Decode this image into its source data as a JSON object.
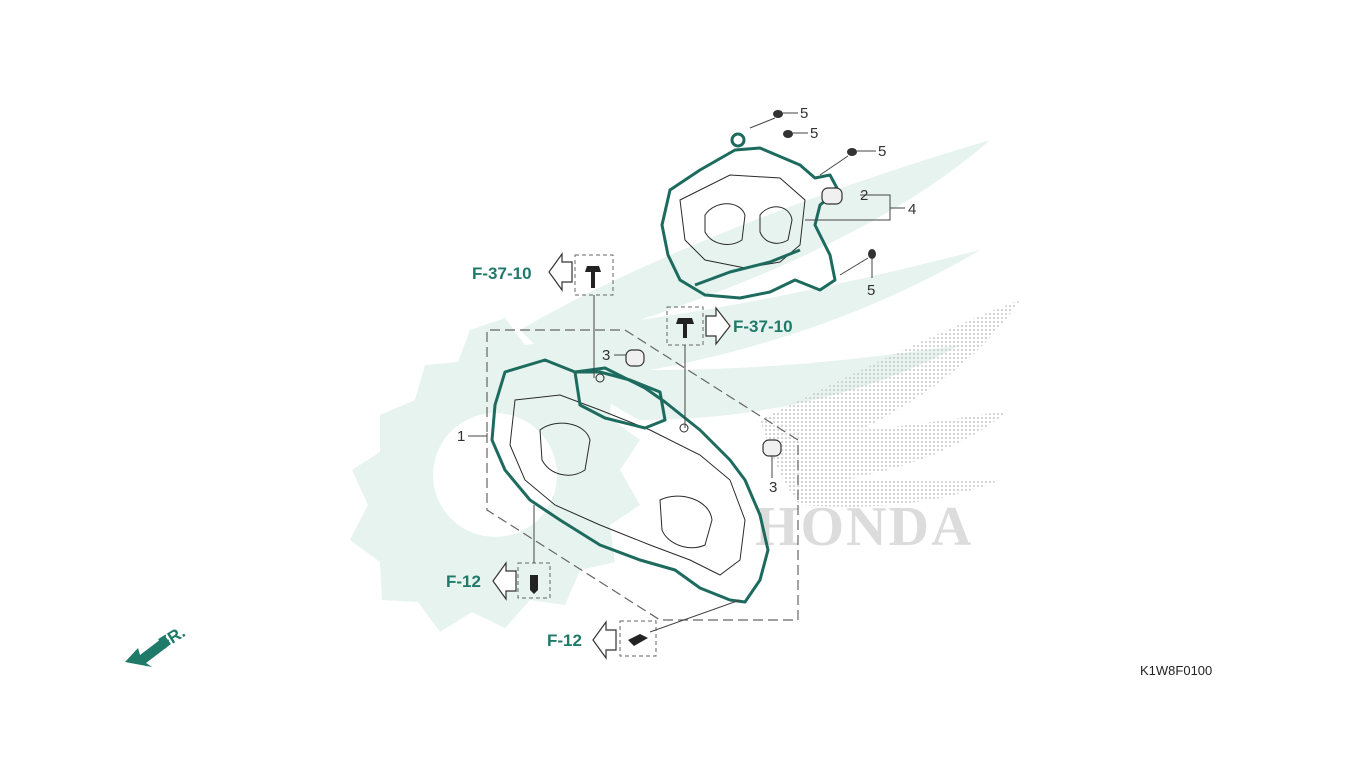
{
  "diagram": {
    "part_numbers": {
      "p1": "1",
      "p2": "2",
      "p3a": "3",
      "p3b": "3",
      "p4": "4",
      "p5a": "5",
      "p5b": "5",
      "p5c": "5",
      "p5d": "5"
    },
    "refs": {
      "ref_f37_left": "F-37-10",
      "ref_f37_right": "F-37-10",
      "ref_f12_upper": "F-12",
      "ref_f12_lower": "F-12"
    },
    "front_label": "FR.",
    "diagram_code": "K1W8F0100",
    "watermark_text": "HONDA"
  },
  "colors": {
    "part_outline": "#1d6b5e",
    "ref_text": "#1f7a6a",
    "watermark_teal": "#e6f3ef",
    "watermark_gray": "#dcdcdc"
  },
  "icons": [
    "front-arrow-icon",
    "reference-arrow-icon",
    "bolt-icon",
    "grommet-icon",
    "screw-icon",
    "wing-logo-icon"
  ]
}
